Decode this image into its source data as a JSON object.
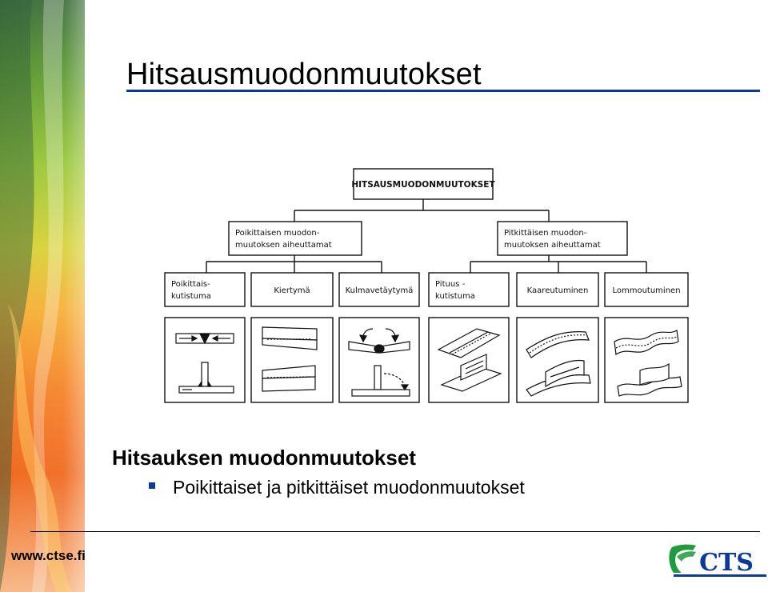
{
  "page": {
    "title": "Hitsausmuodonmuutokset",
    "subheading": "Hitsauksen muodonmuutokset",
    "bullet": "Poikittaiset ja pitkittäiset muodonmuutokset",
    "footer_url": "www.ctse.fi",
    "logo_text": "CTS"
  },
  "diagram": {
    "root": "HITSAUSMUODONMUUTOKSET",
    "groups": [
      {
        "line1": "Poikittaisen muodon-",
        "line2": "muutoksen aiheuttamat"
      },
      {
        "line1": "Pitkittäisen muodon-",
        "line2": "muutoksen aiheuttamat"
      }
    ],
    "leaves": [
      {
        "line1": "Poikittais-",
        "line2": "kutistuma"
      },
      {
        "line1": "Kiertymä",
        "line2": ""
      },
      {
        "line1": "Kulmavetäytymä",
        "line2": ""
      },
      {
        "line1": "Pituus -",
        "line2": "kutistuma"
      },
      {
        "line1": "Kaareutuminen",
        "line2": ""
      },
      {
        "line1": "Lommoutuminen",
        "line2": ""
      }
    ]
  },
  "colors": {
    "accent": "#0b3a9c",
    "logo_green": "#1f9a3c",
    "logo_blue": "#0b3a9c"
  }
}
